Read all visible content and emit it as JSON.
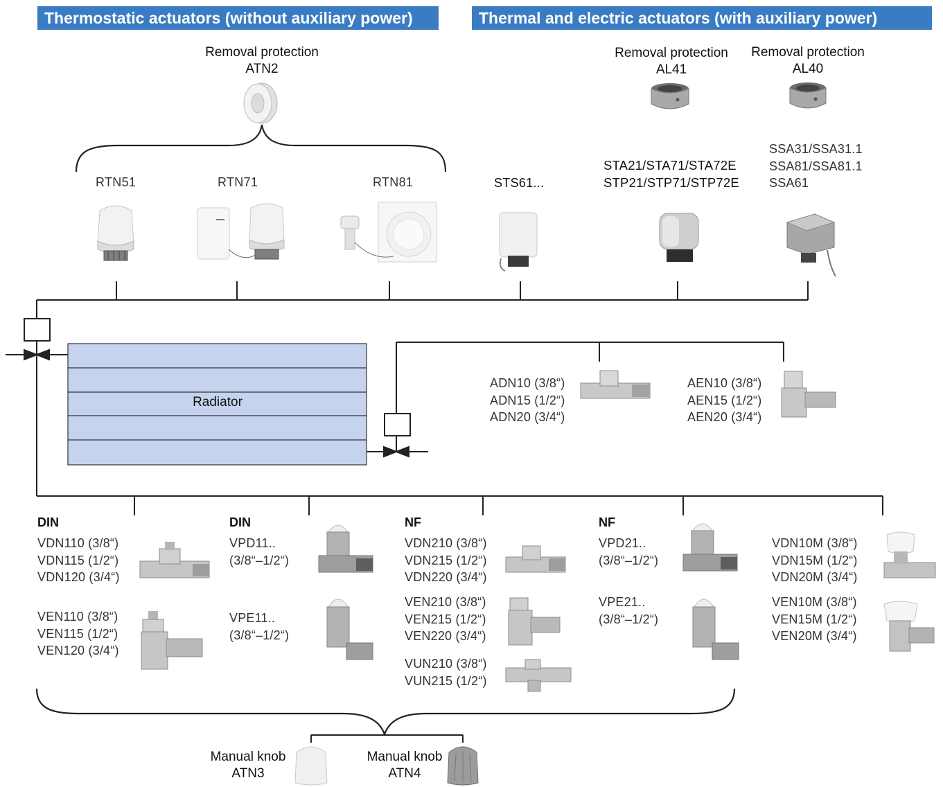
{
  "headers": {
    "left": "Thermostatic actuators (without auxiliary power)",
    "right": "Thermal and electric actuators (with auxiliary power)"
  },
  "removal": {
    "atn2": {
      "title": "Removal protection",
      "code": "ATN2"
    },
    "al41": {
      "title": "Removal protection",
      "code": "AL41"
    },
    "al40": {
      "title": "Removal protection",
      "code": "AL40"
    }
  },
  "actuators": {
    "rtn51": "RTN51",
    "rtn71": "RTN71",
    "rtn81": "RTN81",
    "sts61": "STS61...",
    "sta": [
      "STA21/STA71/STA72E",
      "STP21/STP71/STP72E"
    ],
    "ssa": [
      "SSA31/SSA31.1",
      "SSA81/SSA81.1",
      "SSA61"
    ]
  },
  "radiator": {
    "label": "Radiator"
  },
  "lockshield": {
    "adn": [
      "ADN10 (3/8“)",
      "ADN15 (1/2“)",
      "ADN20 (3/4“)"
    ],
    "aen": [
      "AEN10 (3/8“)",
      "AEN15 (1/2“)",
      "AEN20 (3/4“)"
    ]
  },
  "valves": {
    "din1": {
      "heading": "DIN",
      "vdn": [
        "VDN110 (3/8“)",
        "VDN115 (1/2“)",
        "VDN120 (3/4“)"
      ],
      "ven": [
        "VEN110 (3/8“)",
        "VEN115 (1/2“)",
        "VEN120 (3/4“)"
      ]
    },
    "din2": {
      "heading": "DIN",
      "vpd": [
        "VPD11..",
        "(3/8“–1/2“)"
      ],
      "vpe": [
        "VPE11..",
        "(3/8“–1/2“)"
      ]
    },
    "nf1": {
      "heading": "NF",
      "vdn": [
        "VDN210 (3/8“)",
        "VDN215 (1/2“)",
        "VDN220 (3/4“)"
      ],
      "ven": [
        "VEN210 (3/8“)",
        "VEN215 (1/2“)",
        "VEN220 (3/4“)"
      ],
      "vun": [
        "VUN210 (3/8“)",
        "VUN215 (1/2“)"
      ]
    },
    "nf2": {
      "heading": "NF",
      "vpd": [
        "VPD21..",
        "(3/8“–1/2“)"
      ],
      "vpe": [
        "VPE21..",
        "(3/8“–1/2“)"
      ]
    },
    "m": {
      "vdn": [
        "VDN10M (3/8“)",
        "VDN15M (1/2“)",
        "VDN20M (3/4“)"
      ],
      "ven": [
        "VEN10M (3/8“)",
        "VEN15M (1/2“)",
        "VEN20M (3/4“)"
      ]
    }
  },
  "knobs": {
    "atn3": {
      "title": "Manual knob",
      "code": "ATN3"
    },
    "atn4": {
      "title": "Manual knob",
      "code": "ATN4"
    }
  },
  "colors": {
    "header": "#3a7cc3",
    "radiator": "#c5d3ee",
    "line": "#222222"
  }
}
